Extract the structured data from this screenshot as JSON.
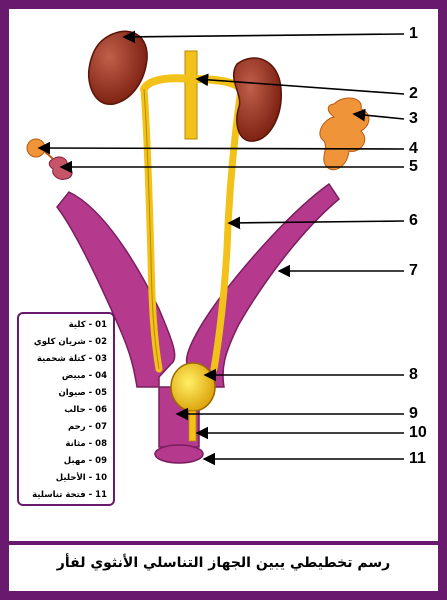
{
  "caption": "رسم تخطيطي يبين الجهاز التناسلي الأنثوي لفأر",
  "labels": [
    "1",
    "2",
    "3",
    "4",
    "5",
    "6",
    "7",
    "8",
    "9",
    "10",
    "11"
  ],
  "legend": [
    {
      "num": "01",
      "text": "كلية"
    },
    {
      "num": "02",
      "text": "شريان كلوي"
    },
    {
      "num": "03",
      "text": "كتلة شحمية"
    },
    {
      "num": "04",
      "text": "مبيض"
    },
    {
      "num": "05",
      "text": "صيوان"
    },
    {
      "num": "06",
      "text": "حالب"
    },
    {
      "num": "07",
      "text": "رحم"
    },
    {
      "num": "08",
      "text": "مثانة"
    },
    {
      "num": "09",
      "text": "مهبل"
    },
    {
      "num": "10",
      "text": "الأحليل"
    },
    {
      "num": "11",
      "text": "فتحة تناسلية"
    }
  ],
  "colors": {
    "frame": "#6a1a6e",
    "kidney": "#8b2a1a",
    "vessel": "#f2c21a",
    "uterus": "#b53a8e",
    "fat": "#f0943a",
    "bladder": "#f3c51a"
  }
}
